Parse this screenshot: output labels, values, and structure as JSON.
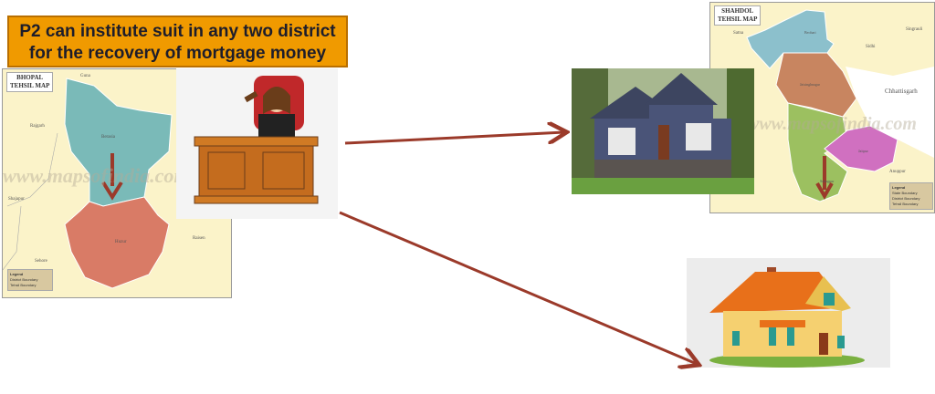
{
  "title": {
    "line1": "P2 can institute suit in any two district",
    "line2": "for the recovery of mortgage money"
  },
  "bhopal_map": {
    "title1": "BHOPAL",
    "title2": "TEHSIL MAP",
    "places": [
      "Guna",
      "Rajgarh",
      "Shajapur",
      "Sehore",
      "Raisen",
      "Berasia",
      "Huzur"
    ],
    "legend_title": "Legend",
    "legend_items": [
      "District Boundary",
      "Tehsil Boundary"
    ],
    "watermark": "www.mapsofindia.com"
  },
  "shahdol_map": {
    "title1": "SHAHDOL",
    "title2": "TEHSIL MAP",
    "places": [
      "Satna",
      "Sidhi",
      "Singrauli",
      "Chhattisgarh",
      "Anuppur",
      "Beohari",
      "Jaisinghnagar",
      "Jaitpur",
      "Sohagpur"
    ],
    "legend_title": "Legend",
    "legend_items": [
      "State Boundary",
      "District Boundary",
      "Tehsil Boundary"
    ],
    "watermark": "www.mapsofindia.com"
  },
  "colors": {
    "arrow": "#9b3a2a",
    "title_bg": "#f09a00"
  }
}
